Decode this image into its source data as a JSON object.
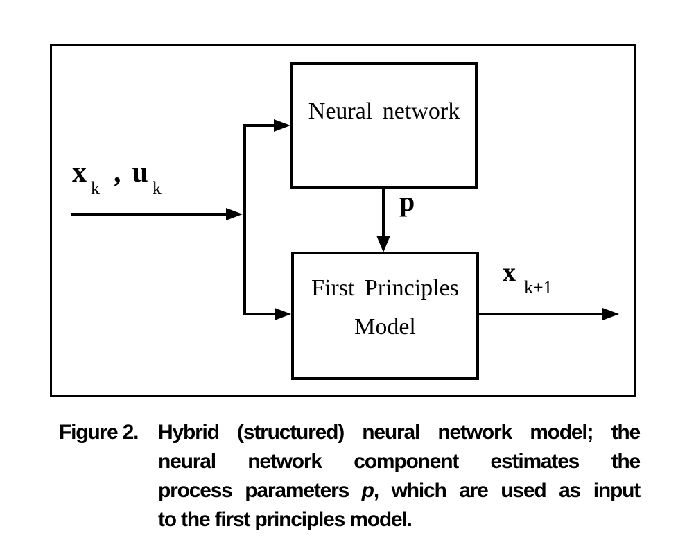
{
  "figure": {
    "boxes": {
      "neural_network": "Neural network",
      "first_principles_line1": "First Principles",
      "first_principles_line2": "Model"
    },
    "labels": {
      "input_var1": "x",
      "input_var1_sub": "k",
      "input_separator": ",",
      "input_var2": "u",
      "input_var2_sub": "k",
      "parameter": "p",
      "output_var": "x",
      "output_var_sub": "k+1"
    }
  },
  "caption": {
    "figure_label": "Figure 2.",
    "line1": "Hybrid (structured) neural network model; the",
    "line2": "neural network component estimates the",
    "line3_pre": "process parameters ",
    "line3_param": "p",
    "line3_post": ", which are used as input",
    "line4": "to the first principles model."
  },
  "colors": {
    "ink": "#000000",
    "paper": "#ffffff"
  }
}
